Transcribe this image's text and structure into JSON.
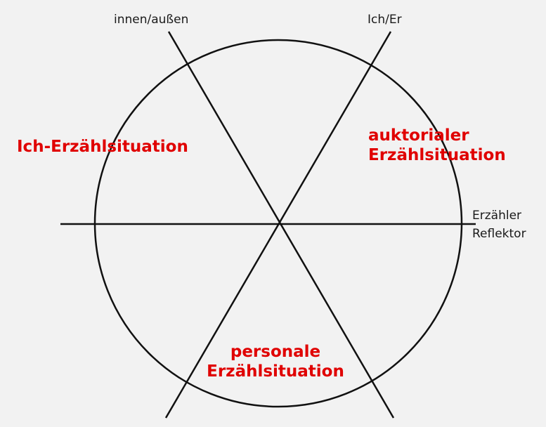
{
  "axes": {
    "innen_aussen": "innen/außen",
    "ich_er": "Ich/Er",
    "erzaehler": "Erzähler",
    "reflektor": "Reflektor"
  },
  "regions": {
    "ich": "Ich-Erzählsituation",
    "auktorial_line1": "auktorialer",
    "auktorial_line2": "Erzählsituation",
    "personal_line1": "personale",
    "personal_line2": "Erzählsituation"
  },
  "colors": {
    "line": "#111111",
    "region_text": "#e00000",
    "label_text": "#1a1a1a"
  }
}
